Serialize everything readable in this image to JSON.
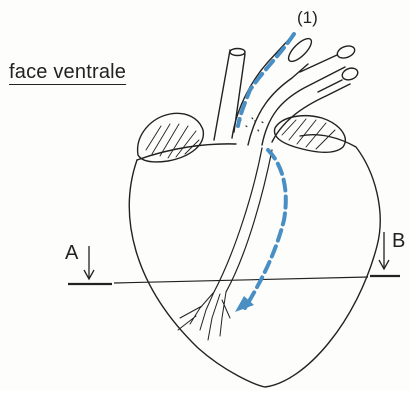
{
  "labels": {
    "view": "face ventrale",
    "marker_1": "(1)",
    "section_a": "A",
    "section_b": "B"
  },
  "colors": {
    "ink": "#222222",
    "arrow": "#4a8fc4",
    "background": "#fdfdfb"
  }
}
